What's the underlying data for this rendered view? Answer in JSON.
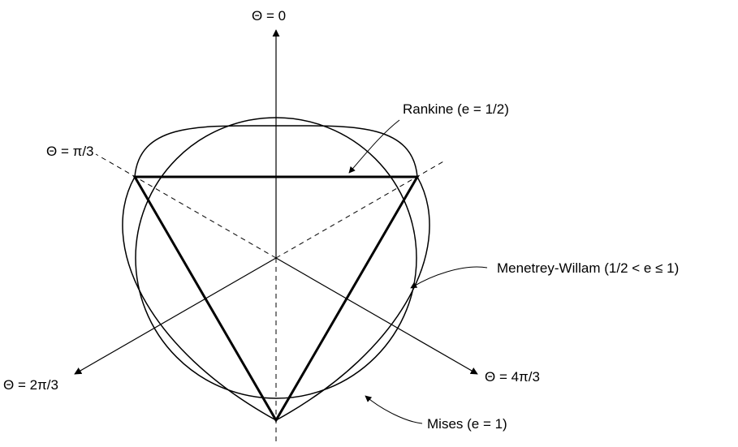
{
  "labels": {
    "theta_0": "Θ = 0",
    "theta_pi3": "Θ = π/3",
    "theta_2pi3": "Θ = 2π/3",
    "theta_4pi3": "Θ = 4π/3",
    "rankine": "Rankine (e = 1/2)",
    "menetrey": "Menetrey-Willam (1/2 < e ≤ 1)",
    "mises": "Mises (e = 1)"
  }
}
